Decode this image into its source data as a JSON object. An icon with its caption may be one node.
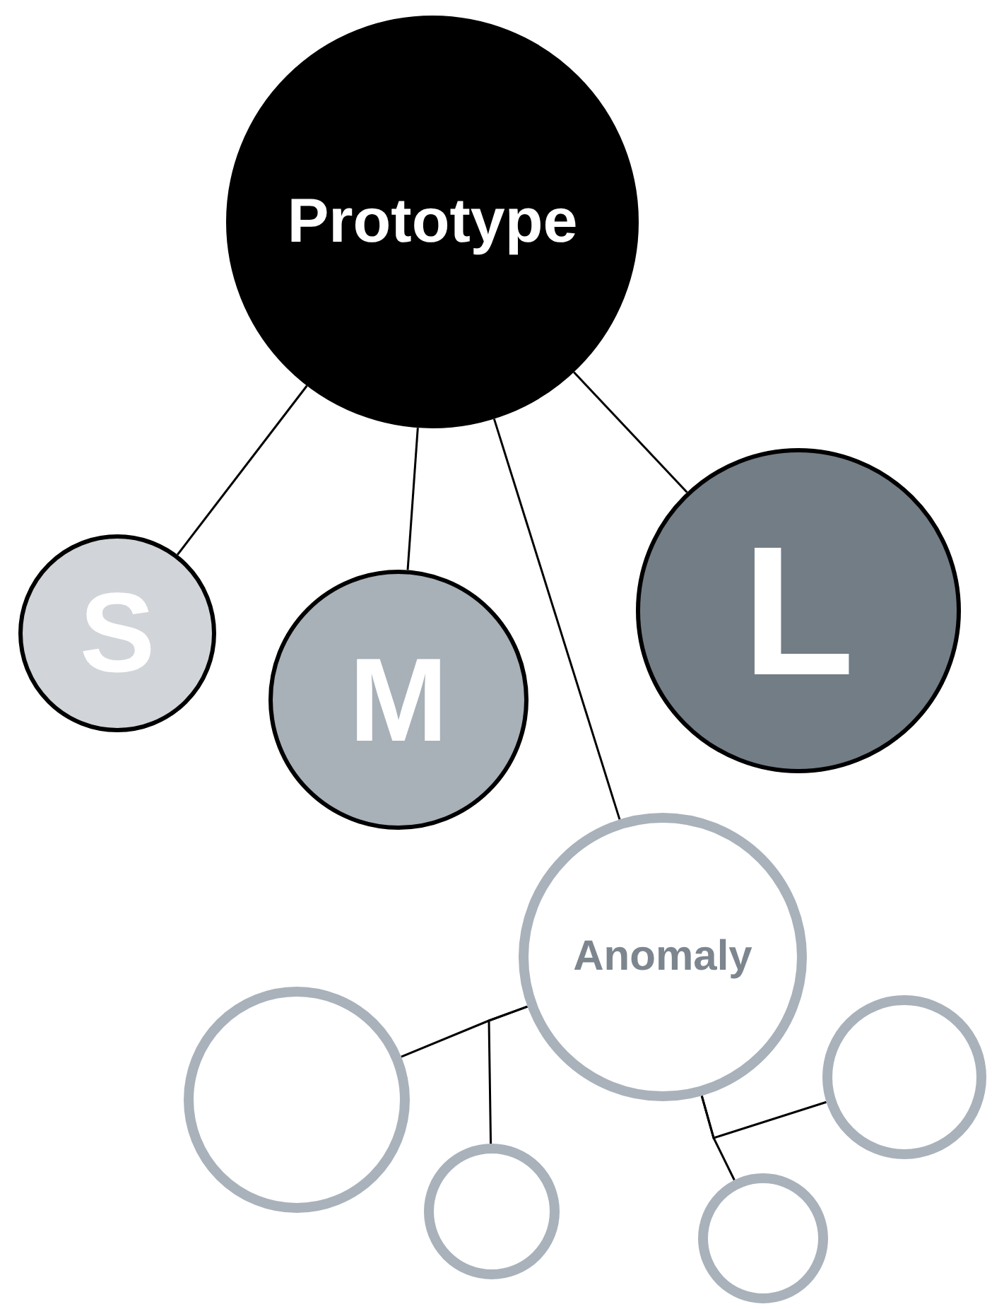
{
  "diagram": {
    "nodes": [
      {
        "text": [
          "Prototype"
        ]
      },
      {
        "text": [
          "S"
        ]
      },
      {
        "text": [
          "M"
        ]
      },
      {
        "text": [
          "L"
        ]
      },
      {
        "text": [
          "Anomaly"
        ]
      },
      {
        "text": [],
        "shape": "circle"
      },
      {
        "text": [],
        "shape": "circle"
      },
      {
        "text": [],
        "shape": "circle"
      },
      {
        "text": [],
        "shape": "circle"
      }
    ],
    "edges": [
      {
        "from": 0,
        "to": 1,
        "arrow": "none"
      },
      {
        "from": 0,
        "to": 2,
        "arrow": "none"
      },
      {
        "from": 0,
        "to": 4,
        "arrow": "none"
      },
      {
        "from": 0,
        "to": 3,
        "arrow": "none"
      },
      {
        "from": 4,
        "to": 5,
        "arrow": "none"
      },
      {
        "from": 4,
        "to": 6,
        "arrow": "none"
      },
      {
        "from": 4,
        "to": 7,
        "arrow": "none"
      },
      {
        "from": 4,
        "to": 8,
        "arrow": "none"
      }
    ]
  }
}
